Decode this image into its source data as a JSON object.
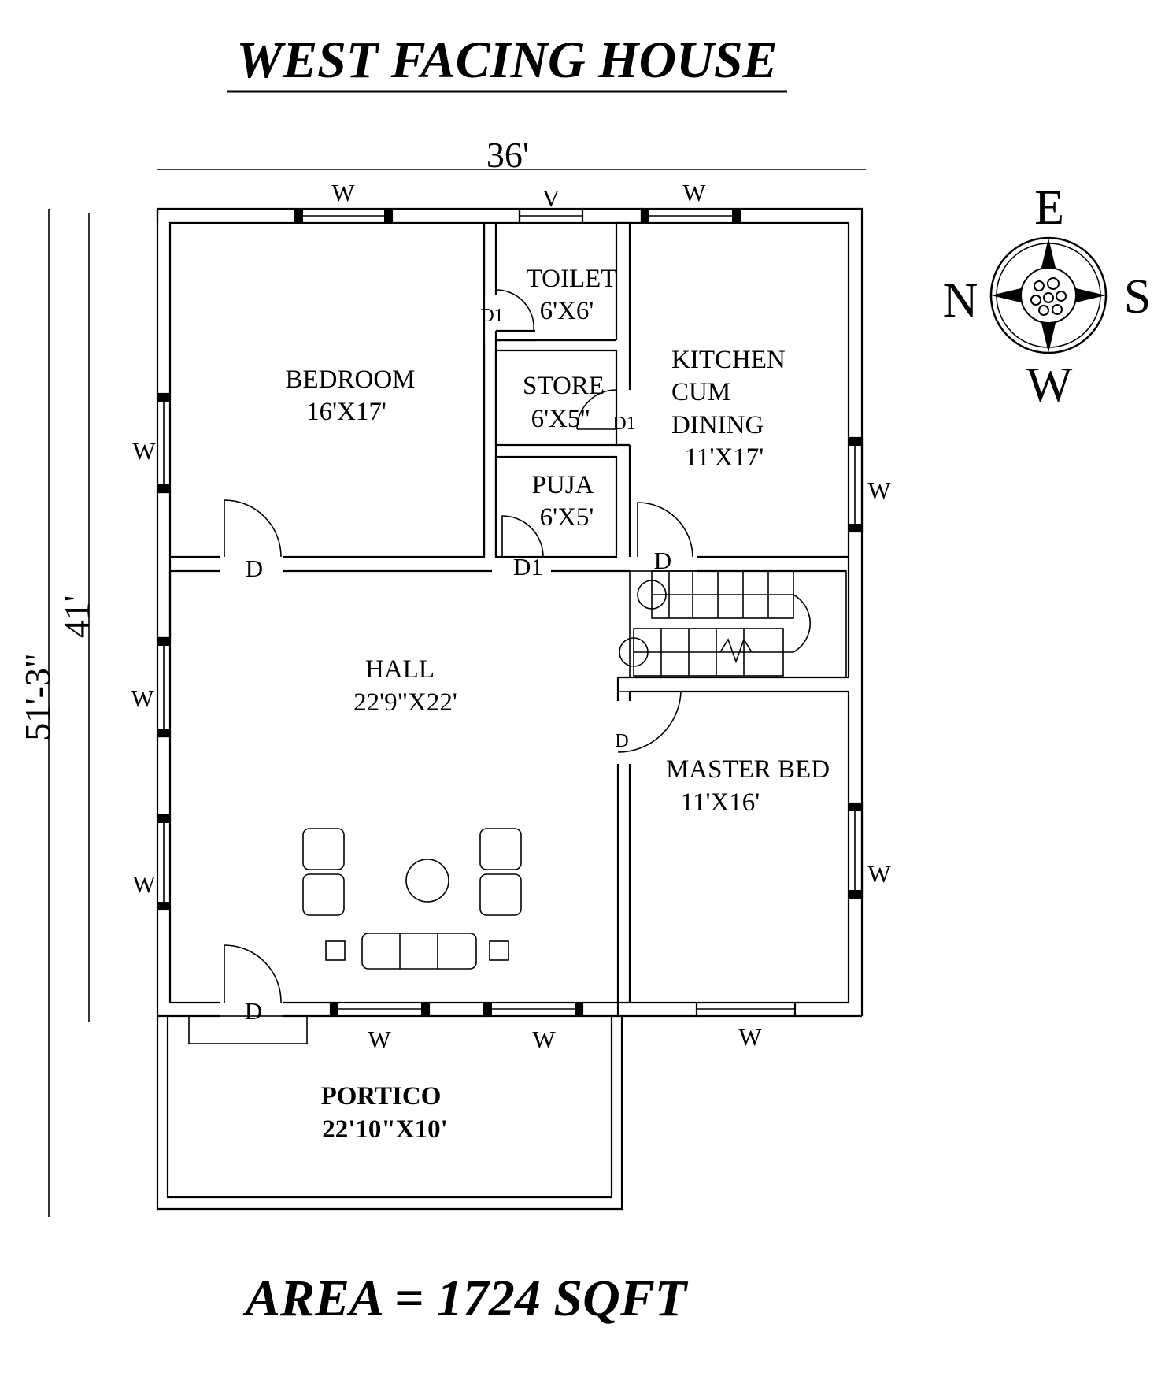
{
  "title": "WEST FACING HOUSE",
  "area": "AREA = 1724 SQFT",
  "dimensions": {
    "width": "36'",
    "inner_height": "41'",
    "total_height": "51'-3\""
  },
  "compass": {
    "north": "N",
    "south": "S",
    "east": "E",
    "west": "W"
  },
  "rooms": {
    "bedroom": {
      "name": "BEDROOM",
      "size": "16'X17'"
    },
    "toilet": {
      "name": "TOILET",
      "size": "6'X6'"
    },
    "store": {
      "name": "STORE",
      "size": "6'X5''"
    },
    "puja": {
      "name": "PUJA",
      "size": "6'X5'"
    },
    "kitchen": {
      "line1": "KITCHEN",
      "line2": "CUM",
      "line3": "DINING",
      "size": "11'X17'"
    },
    "hall": {
      "name": "HALL",
      "size": "22'9\"X22'"
    },
    "master": {
      "name": "MASTER BED",
      "size": "11'X16'"
    },
    "portico": {
      "name": "PORTICO",
      "size": "22'10\"X10'"
    }
  },
  "marks": {
    "window": "W",
    "ventilator": "V",
    "door": "D",
    "door_small": "D1"
  }
}
